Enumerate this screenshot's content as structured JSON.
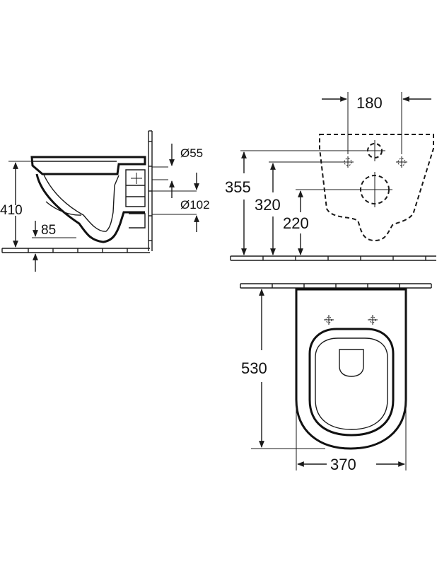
{
  "side_view": {
    "height_total": "410",
    "height_floor": "85",
    "pipe_small": "Ø55",
    "pipe_large": "Ø102"
  },
  "rear_view": {
    "spacing": "180",
    "height_355": "355",
    "height_320": "320",
    "height_220": "220"
  },
  "top_view": {
    "length": "530",
    "width": "370"
  },
  "colors": {
    "ink": "#1a1a1a",
    "background": "#ffffff"
  }
}
